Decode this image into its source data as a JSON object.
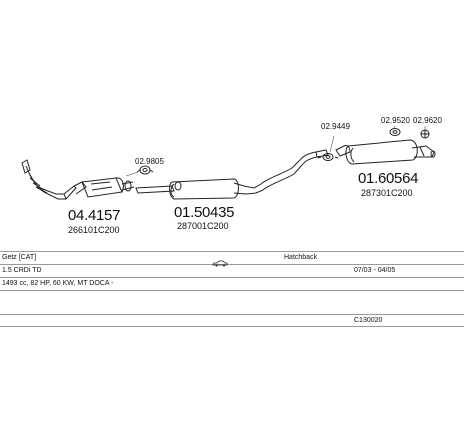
{
  "parts": {
    "front_pipe": {
      "number": "04.4157",
      "oe": "266101C200"
    },
    "clamp_1": {
      "number": "02.9805"
    },
    "center_silencer": {
      "number": "01.50435",
      "oe": "287001C200"
    },
    "clamp_2": {
      "number": "02.9449"
    },
    "clamp_3": {
      "number": "02.9520"
    },
    "clamp_4": {
      "number": "02.9620"
    },
    "rear_silencer": {
      "number": "01.60564",
      "oe": "287301C200"
    }
  },
  "vehicle": {
    "model": "Getz  [CAT]",
    "body": "Hatchback",
    "engine": "1.5 CRDi TD",
    "production": "07/03 - 04/05",
    "specs": "1493 cc, 82 HP, 60 KW, MT DOCA -",
    "code": "C130020"
  }
}
